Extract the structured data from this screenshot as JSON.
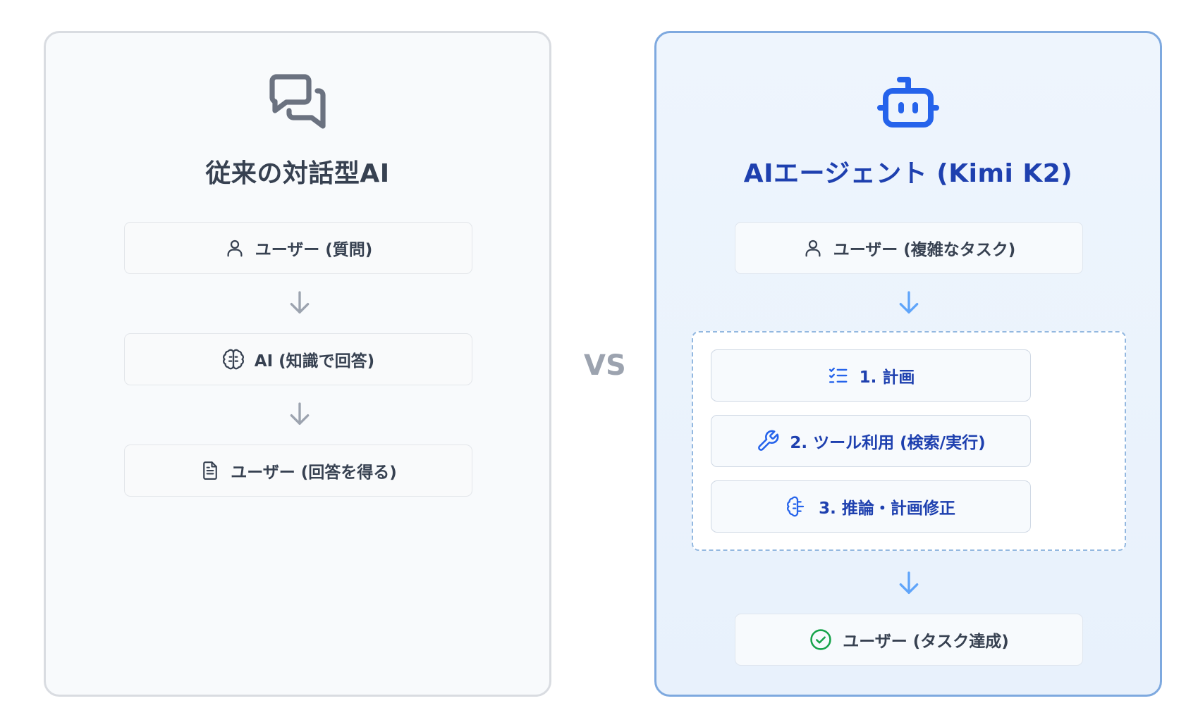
{
  "vs_label": "VS",
  "left_panel": {
    "title": "従来の対話型AI",
    "icon": "chat-bubbles-icon",
    "steps": [
      {
        "label": "ユーザー (質問)",
        "icon": "user-icon"
      },
      {
        "label": "AI (知識で回答)",
        "icon": "brain-icon"
      },
      {
        "label": "ユーザー (回答を得る)",
        "icon": "document-icon"
      }
    ]
  },
  "right_panel": {
    "title": "AIエージェント (Kimi K2)",
    "icon": "robot-icon",
    "start_step": {
      "label": "ユーザー (複雑なタスク)",
      "icon": "user-icon"
    },
    "loop_steps": [
      {
        "label": "1. 計画",
        "icon": "checklist-icon"
      },
      {
        "label": "2. ツール利用 (検索/実行)",
        "icon": "wrench-icon"
      },
      {
        "label": "3. 推論・計画修正",
        "icon": "brain-icon"
      }
    ],
    "end_step": {
      "label": "ユーザー (タスク達成)",
      "icon": "check-circle-icon"
    }
  },
  "colors": {
    "left_text": "#374151",
    "left_arrow": "#9ca3af",
    "right_accent": "#1e40af",
    "right_icon": "#2563eb",
    "right_arrow": "#60a5fa",
    "right_border": "#7ea9df",
    "success": "#16a34a"
  }
}
